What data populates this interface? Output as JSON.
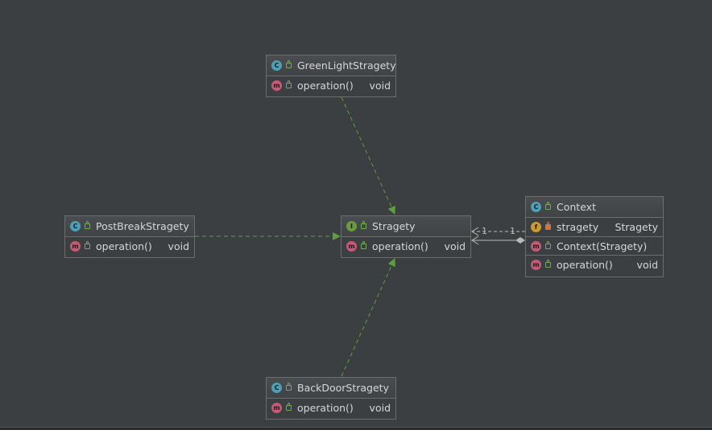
{
  "nodes": {
    "green_light": {
      "name": "GreenLightStragety",
      "kind": "C",
      "members": [
        {
          "kind": "m",
          "name": "operation()",
          "type": "void"
        }
      ]
    },
    "post_break": {
      "name": "PostBreakStragety",
      "kind": "C",
      "members": [
        {
          "kind": "m",
          "name": "operation()",
          "type": "void"
        }
      ]
    },
    "stragety": {
      "name": "Stragety",
      "kind": "I",
      "members": [
        {
          "kind": "m",
          "name": "operation()",
          "type": "void"
        }
      ]
    },
    "context": {
      "name": "Context",
      "kind": "C",
      "fields": [
        {
          "kind": "f",
          "name": "stragety",
          "type": "Stragety"
        }
      ],
      "members": [
        {
          "kind": "m",
          "name": "Context(Stragety)",
          "type": ""
        },
        {
          "kind": "m",
          "name": "operation()",
          "type": "void"
        }
      ]
    },
    "back_door": {
      "name": "BackDoorStragety",
      "kind": "C",
      "members": [
        {
          "kind": "m",
          "name": "operation()",
          "type": "void"
        }
      ]
    }
  },
  "links": {
    "context_stragety_multiplicity_left": "1",
    "context_stragety_multiplicity_right": "1"
  },
  "colors": {
    "background": "#3c3f41",
    "realization": "#5e9e3e",
    "association": "#b9b9b9",
    "class_badge": "#4d9fb5",
    "interface_badge": "#6d9a3c",
    "method_badge": "#c65a74",
    "field_badge": "#c99a32"
  }
}
